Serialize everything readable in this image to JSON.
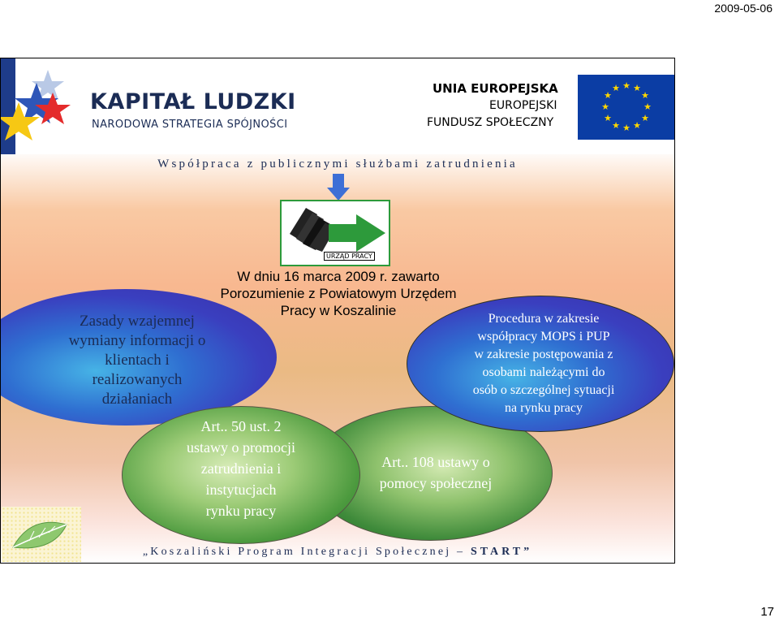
{
  "date": "2009-05-06",
  "page_number": "17",
  "header": {
    "title": "KAPITAŁ LUDZKI",
    "subtitle": "NARODOWA STRATEGIA SPÓJNOŚCI",
    "eu_line1": "UNIA EUROPEJSKA",
    "eu_line2": "EUROPEJSKI",
    "eu_line3": "FUNDUSZ SPOŁECZNY"
  },
  "slide_subtitle": "Współpraca z publicznymi służbami zatrudnienia",
  "pup_logo_label": "URZĄD PRACY",
  "agreement": {
    "line1": "W dniu 16 marca 2009 r. zawarto",
    "line2": "Porozumienie z Powiatowym Urzędem",
    "line3": "Pracy w Koszalinie"
  },
  "ellipse_left": {
    "line1": "Zasady wzajemnej",
    "line2": "wymiany informacji o",
    "line3": "klientach i",
    "line4": "realizowanych",
    "line5": "działaniach"
  },
  "ellipse_right": {
    "line1": "Procedura w zakresie",
    "line2": "współpracy MOPS i PUP",
    "line3": "w zakresie postępowania z",
    "line4": "osobami należącymi do",
    "line5": "osób o szczególnej sytuacji",
    "line6": "na rynku pracy"
  },
  "ellipse_green_left": {
    "line1": "Art.. 50 ust. 2",
    "line2": "ustawy o promocji",
    "line3": "zatrudnienia i",
    "line4": "instytucjach",
    "line5": "rynku pracy"
  },
  "ellipse_green_right": {
    "line1": "Art.. 108 ustawy o",
    "line2": "pomocy społecznej"
  },
  "footer": {
    "main": "„Koszaliński Program Integracji Społecznej –",
    "start": "START”"
  },
  "colors": {
    "navy_text": "#1b2c55",
    "eu_blue": "#0b3da4",
    "eu_star": "#ffd700",
    "pup_green": "#2d9a3b"
  }
}
